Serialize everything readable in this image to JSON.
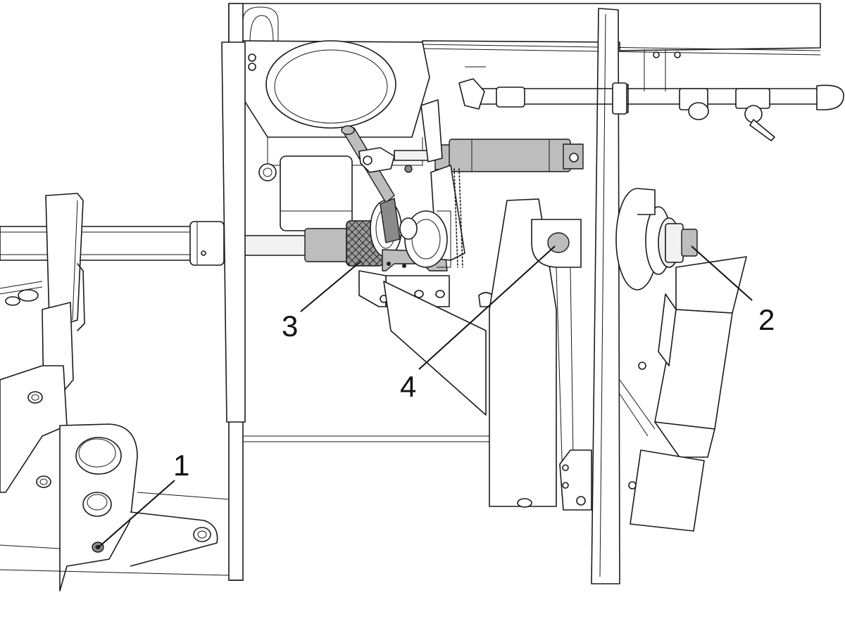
{
  "callouts": [
    {
      "id": "1",
      "label": "1"
    },
    {
      "id": "2",
      "label": "2"
    },
    {
      "id": "3",
      "label": "3"
    },
    {
      "id": "4",
      "label": "4"
    }
  ],
  "colors": {
    "line": "#1a1a1a",
    "part_fill": "#ffffff",
    "part_light": "#f2f2f2",
    "part_medium": "#bdbdbd",
    "part_dark": "#8a8a8a"
  }
}
